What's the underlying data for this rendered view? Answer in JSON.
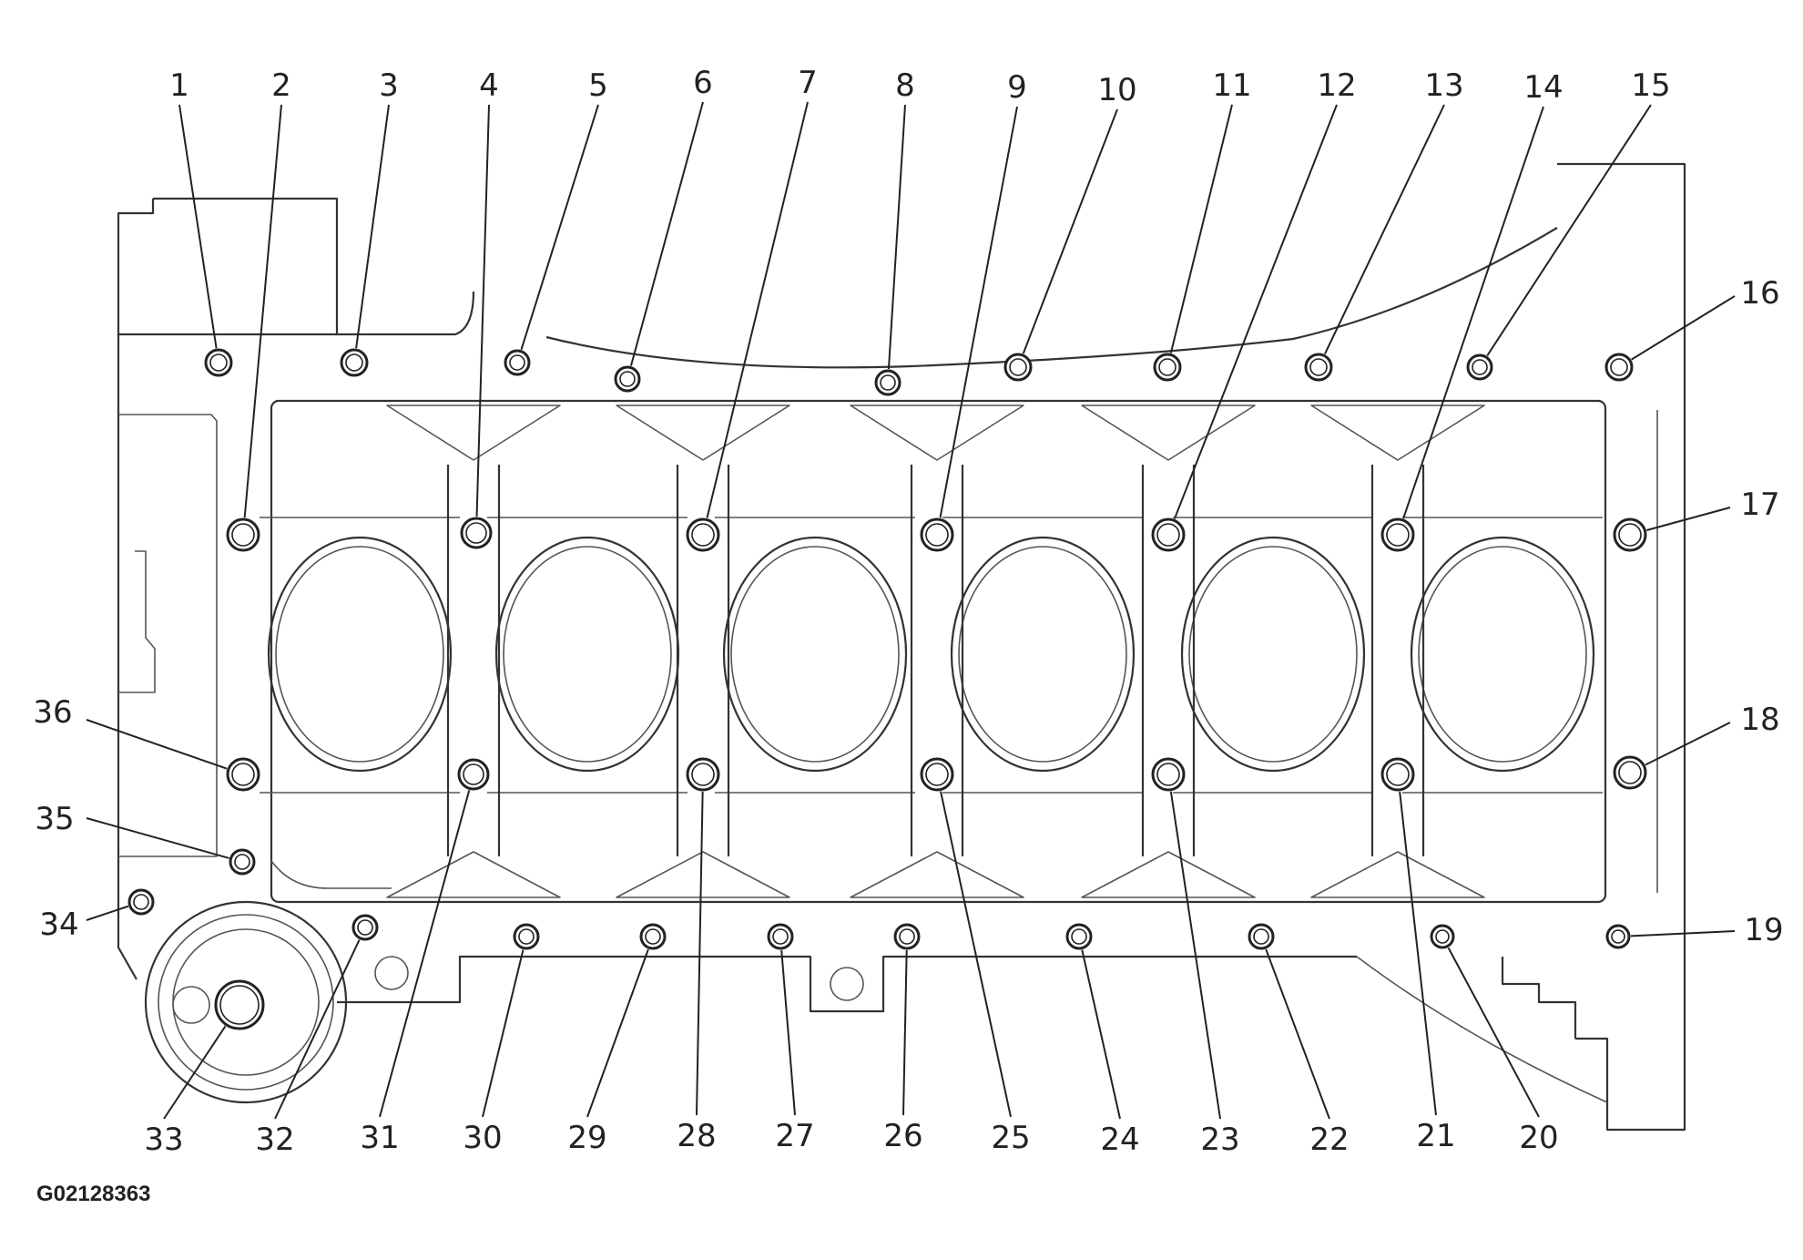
{
  "figure": {
    "code": "G02128363"
  },
  "callouts": [
    {
      "n": "1",
      "bolt": [
        240,
        398
      ],
      "r": 14
    },
    {
      "n": "2",
      "bolt": [
        267,
        587
      ],
      "r": 17
    },
    {
      "n": "3",
      "bolt": [
        389,
        398
      ],
      "r": 14
    },
    {
      "n": "4",
      "bolt": [
        523,
        585
      ],
      "r": 16
    },
    {
      "n": "5",
      "bolt": [
        568,
        398
      ],
      "r": 13
    },
    {
      "n": "6",
      "bolt": [
        689,
        416
      ],
      "r": 13
    },
    {
      "n": "7",
      "bolt": [
        772,
        587
      ],
      "r": 17
    },
    {
      "n": "8",
      "bolt": [
        975,
        420
      ],
      "r": 13
    },
    {
      "n": "9",
      "bolt": [
        1029,
        587
      ],
      "r": 17
    },
    {
      "n": "10",
      "bolt": [
        1118,
        403
      ],
      "r": 14
    },
    {
      "n": "11",
      "bolt": [
        1282,
        403
      ],
      "r": 14
    },
    {
      "n": "12",
      "bolt": [
        1283,
        587
      ],
      "r": 17
    },
    {
      "n": "13",
      "bolt": [
        1448,
        403
      ],
      "r": 14
    },
    {
      "n": "14",
      "bolt": [
        1535,
        587
      ],
      "r": 17
    },
    {
      "n": "15",
      "bolt": [
        1625,
        403
      ],
      "r": 13
    },
    {
      "n": "16",
      "bolt": [
        1778,
        403
      ],
      "r": 14
    },
    {
      "n": "17",
      "bolt": [
        1790,
        587
      ],
      "r": 17
    },
    {
      "n": "18",
      "bolt": [
        1790,
        848
      ],
      "r": 17
    },
    {
      "n": "19",
      "bolt": [
        1777,
        1028
      ],
      "r": 12
    },
    {
      "n": "20",
      "bolt": [
        1584,
        1028
      ],
      "r": 12
    },
    {
      "n": "21",
      "bolt": [
        1535,
        850
      ],
      "r": 17
    },
    {
      "n": "22",
      "bolt": [
        1385,
        1028
      ],
      "r": 13
    },
    {
      "n": "23",
      "bolt": [
        1283,
        850
      ],
      "r": 17
    },
    {
      "n": "24",
      "bolt": [
        1185,
        1028
      ],
      "r": 13
    },
    {
      "n": "25",
      "bolt": [
        1029,
        850
      ],
      "r": 17
    },
    {
      "n": "26",
      "bolt": [
        996,
        1028
      ],
      "r": 13
    },
    {
      "n": "27",
      "bolt": [
        857,
        1028
      ],
      "r": 13
    },
    {
      "n": "28",
      "bolt": [
        772,
        850
      ],
      "r": 17
    },
    {
      "n": "29",
      "bolt": [
        717,
        1028
      ],
      "r": 13
    },
    {
      "n": "30",
      "bolt": [
        578,
        1028
      ],
      "r": 13
    },
    {
      "n": "31",
      "bolt": [
        520,
        850
      ],
      "r": 16
    },
    {
      "n": "32",
      "bolt": [
        401,
        1018
      ],
      "r": 13
    },
    {
      "n": "33",
      "bolt": [
        263,
        1103
      ],
      "r": 26
    },
    {
      "n": "34",
      "bolt": [
        155,
        990
      ],
      "r": 13
    },
    {
      "n": "35",
      "bolt": [
        266,
        946
      ],
      "r": 13
    },
    {
      "n": "36",
      "bolt": [
        267,
        850
      ],
      "r": 17
    }
  ]
}
